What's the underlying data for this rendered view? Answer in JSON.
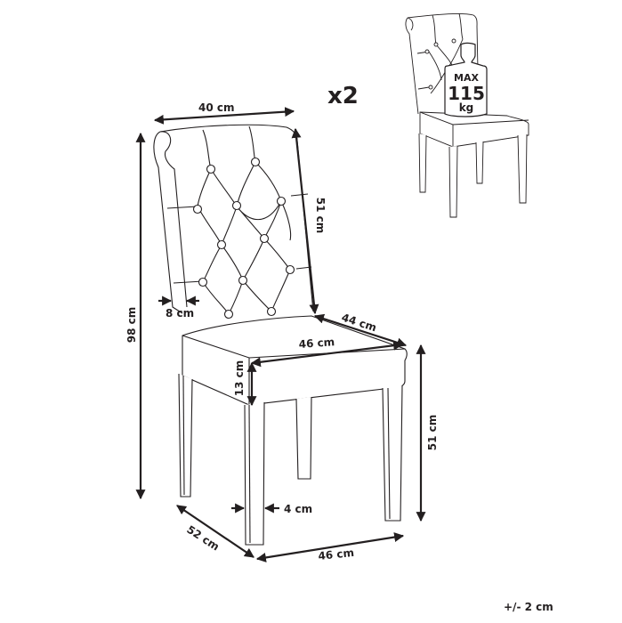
{
  "diagram": {
    "subject": "dining chair",
    "quantity_label": "x2",
    "tolerance_label": "+/- 2 cm",
    "line_color": "#231f20",
    "background": "#ffffff"
  },
  "dimensions": {
    "backrest_width": "40 cm",
    "backrest_height": "51 cm",
    "total_height": "98 cm",
    "backrest_thickness": "8 cm",
    "seat_depth": "44 cm",
    "seat_width": "46 cm",
    "seat_thickness": "13 cm",
    "seat_height": "51 cm",
    "leg_width": "4 cm",
    "base_depth": "52 cm",
    "base_width": "46 cm"
  },
  "load_badge": {
    "line1": "MAX",
    "line2": "115",
    "line3": "kg"
  }
}
